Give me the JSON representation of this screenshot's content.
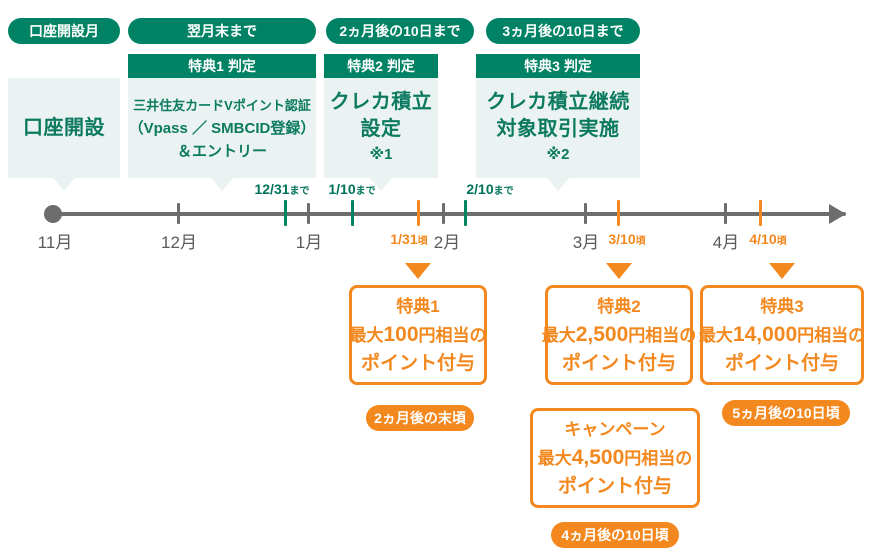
{
  "colors": {
    "teal": "#008264",
    "teal_text": "#0b7a5f",
    "teal_light_bg": "#eaf3f1",
    "orange": "#f3881f",
    "gray": "#6d6d6d",
    "white": "#ffffff"
  },
  "pills": [
    {
      "id": "pill-account-open-month",
      "label": "口座開設月"
    },
    {
      "id": "pill-end-of-next-month",
      "label": "翌月末まで"
    },
    {
      "id": "pill-2months-10th",
      "label": "2ヵ月後の10日まで"
    },
    {
      "id": "pill-3months-10th",
      "label": "3ヵ月後の10日まで"
    }
  ],
  "stages": [
    {
      "id": "stage-account-open",
      "header": "",
      "lines": [
        "口座開設"
      ],
      "size": "t-big"
    },
    {
      "id": "stage-benefit1-judgement",
      "header": "特典1 判定",
      "lines": [
        "三井住友カードVポイント認証",
        "（Vpass ／ SMBCID登録）",
        "＆エントリー"
      ],
      "size": "t-small"
    },
    {
      "id": "stage-benefit2-judgement",
      "header": "特典2 判定",
      "lines": [
        "クレカ積立",
        "設定",
        "※1"
      ],
      "size": "t-big"
    },
    {
      "id": "stage-benefit3-judgement",
      "header": "特典3 判定",
      "lines": [
        "クレカ積立継続",
        "対象取引実施",
        "※2"
      ],
      "size": "t-big"
    }
  ],
  "timeline": {
    "month_ticks": [
      {
        "id": "tick-nov",
        "label": "11月"
      },
      {
        "id": "tick-dec",
        "label": "12月"
      },
      {
        "id": "tick-jan",
        "label": "1月"
      },
      {
        "id": "tick-feb",
        "label": "2月"
      },
      {
        "id": "tick-mar",
        "label": "3月"
      },
      {
        "id": "tick-apr",
        "label": "4月"
      }
    ],
    "deadline_ticks": [
      {
        "id": "tick-1231",
        "date": "12/31",
        "suffix": "まで"
      },
      {
        "id": "tick-0110",
        "date": "1/10",
        "suffix": "まで"
      },
      {
        "id": "tick-0210",
        "date": "2/10",
        "suffix": "まで"
      }
    ],
    "payout_ticks": [
      {
        "id": "tick-0131",
        "date": "1/31",
        "suffix": "頃"
      },
      {
        "id": "tick-0310",
        "date": "3/10",
        "suffix": "頃"
      },
      {
        "id": "tick-0410",
        "date": "4/10",
        "suffix": "頃"
      }
    ]
  },
  "benefits": [
    {
      "id": "benefit-1",
      "line1": "特典1",
      "line2_prefix": "最大",
      "line2_amount": "100",
      "line2_suffix": "円相当の",
      "line3": "ポイント付与",
      "pill": "2ヵ月後の末頃"
    },
    {
      "id": "benefit-2",
      "line1": "特典2",
      "line2_prefix": "最大",
      "line2_amount": "2,500",
      "line2_suffix": "円相当の",
      "line3": "ポイント付与",
      "pill": null
    },
    {
      "id": "benefit-3",
      "line1": "特典3",
      "line2_prefix": "最大",
      "line2_amount": "14,000",
      "line2_suffix": "円相当の",
      "line3": "ポイント付与",
      "pill": "5ヵ月後の10日頃"
    },
    {
      "id": "benefit-campaign",
      "line1": "キャンペーン",
      "line2_prefix": "最大",
      "line2_amount": "4,500",
      "line2_suffix": "円相当の",
      "line3": "ポイント付与",
      "pill": "4ヵ月後の10日頃"
    }
  ]
}
